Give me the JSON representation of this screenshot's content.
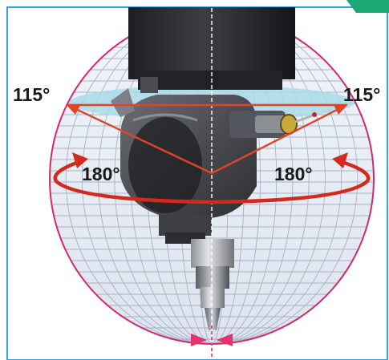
{
  "labels": {
    "tilt_left": "115°",
    "tilt_right": "115°",
    "rotation_left": "180°",
    "rotation_right": "180°"
  },
  "colors": {
    "frame_border": "#3a9fd8",
    "sphere_outline": "#d6286e",
    "grid_lines": "#9aa8bf",
    "tilt_plane": "#a9dbe8",
    "rotation_arrow": "#d42a1e",
    "tilt_rays": "#e04428",
    "axis_line": "#e8326e",
    "spindle_body": "#2e3034",
    "corner_tab": "#1aa874"
  },
  "icons": {
    "rotation_arrows": "curved-arrow-icon",
    "spindle_pointers": "triangle-pointer-icon"
  }
}
